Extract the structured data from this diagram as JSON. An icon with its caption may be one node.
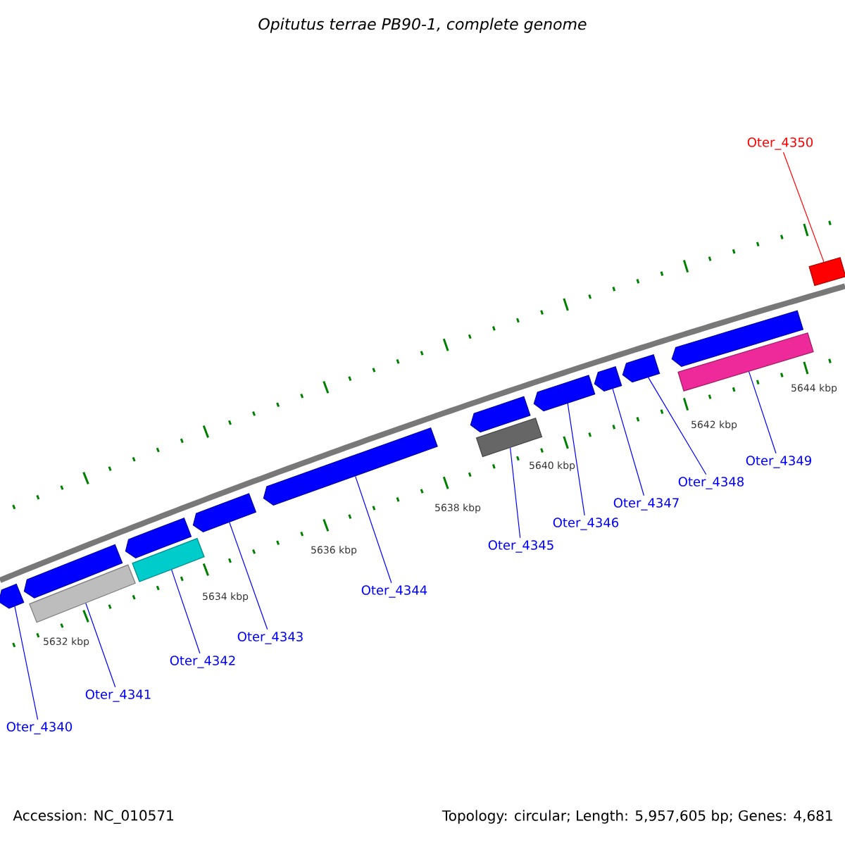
{
  "diagram": {
    "title": "Opitutus terrae PB90-1, complete genome",
    "nodes": [
      {
        "text": [
          "Oter_4340"
        ]
      },
      {
        "text": [
          "Oter_4341"
        ]
      },
      {
        "text": [
          "Oter_4342"
        ]
      },
      {
        "text": [
          "Oter_4343"
        ]
      },
      {
        "text": [
          "Oter_4344"
        ]
      },
      {
        "text": [
          "Oter_4345"
        ]
      },
      {
        "text": [
          "Oter_4346"
        ]
      },
      {
        "text": [
          "Oter_4347"
        ]
      },
      {
        "text": [
          "Oter_4348"
        ]
      },
      {
        "text": [
          "Oter_4349"
        ]
      },
      {
        "text": [
          "Oter_4350"
        ]
      },
      {
        "text": [],
        "shape": "pentagon"
      },
      {
        "text": [],
        "shape": "pentagon"
      },
      {
        "text": [],
        "shape": "bar"
      },
      {
        "text": [],
        "shape": "pentagon"
      },
      {
        "text": [],
        "shape": "bar"
      },
      {
        "text": [],
        "shape": "pentagon"
      },
      {
        "text": [],
        "shape": "pentagon"
      },
      {
        "text": [],
        "shape": "pentagon"
      },
      {
        "text": [],
        "shape": "bar"
      },
      {
        "text": [],
        "shape": "pentagon"
      },
      {
        "text": [],
        "shape": "pentagon"
      },
      {
        "text": [],
        "shape": "pentagon"
      },
      {
        "text": [],
        "shape": "pentagon"
      },
      {
        "text": [],
        "shape": "bar"
      },
      {
        "text": [],
        "shape": "bar"
      }
    ],
    "edges": [
      {
        "from": 0,
        "to": 11,
        "arrow": "none"
      },
      {
        "from": 1,
        "to": 13,
        "arrow": "none"
      },
      {
        "from": 2,
        "to": 15,
        "arrow": "none"
      },
      {
        "from": 3,
        "to": 16,
        "arrow": "none"
      },
      {
        "from": 4,
        "to": 17,
        "arrow": "none"
      },
      {
        "from": 5,
        "to": 19,
        "arrow": "none"
      },
      {
        "from": 6,
        "to": 20,
        "arrow": "none"
      },
      {
        "from": 7,
        "to": 21,
        "arrow": "none"
      },
      {
        "from": 8,
        "to": 22,
        "arrow": "none"
      },
      {
        "from": 9,
        "to": 24,
        "arrow": "none"
      },
      {
        "from": 10,
        "to": 25,
        "arrow": "none",
        "color": "#ff0000"
      }
    ],
    "labels": [
      "5632 kbp",
      "5634 kbp",
      "5636 kbp",
      "5638 kbp",
      "5640 kbp",
      "5642 kbp",
      "5644 kbp",
      "Accession: NC_010571",
      "Topology: circular; Length: 5,957,605 bp; Genes: 4,681"
    ]
  }
}
